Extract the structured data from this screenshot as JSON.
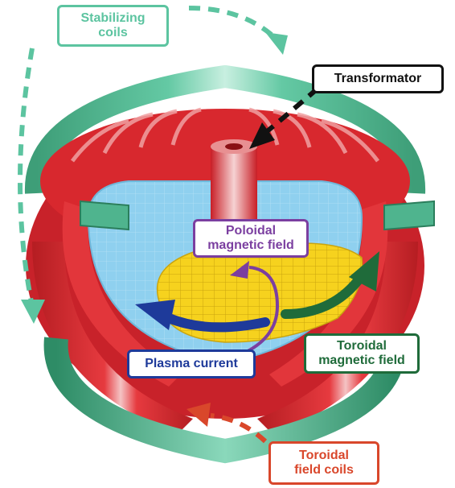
{
  "labels": {
    "stabilizing_coils": {
      "line1": "Stabilizing",
      "line2": "coils"
    },
    "transformator": "Transformator",
    "poloidal_field": {
      "line1": "Poloidal",
      "line2": "magnetic field"
    },
    "toroidal_field": {
      "line1": "Toroidal",
      "line2": "magnetic field"
    },
    "plasma_current": "Plasma current",
    "toroidal_coils": {
      "line1": "Toroidal",
      "line2": "field coils"
    }
  },
  "colors": {
    "stabilizing": "#5cc4a0",
    "stabilizing_dark": "#2f8f6a",
    "transformator": "#111111",
    "poloidal": "#7b3fa0",
    "toroidal_field": "#1f6b3a",
    "plasma_current": "#1e3a9a",
    "toroidal_coils": "#d9472b",
    "coil_red": "#d8282e",
    "vessel_blue": "#8fd0ef",
    "plasma_yellow": "#f6d21e"
  }
}
